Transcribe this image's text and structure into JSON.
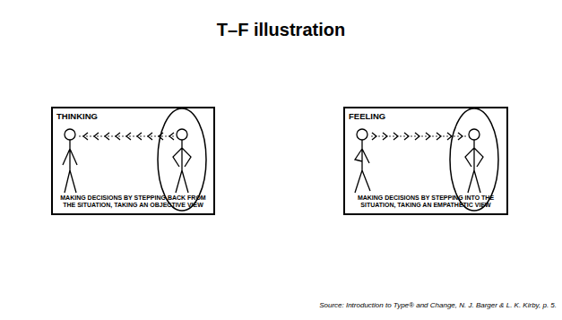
{
  "diagram": {
    "title": "T–F illustration",
    "caption": "Source: Introduction to Type® and Change, N. J. Barger & L. K. Kirby, p. 5.",
    "nodes": [
      {
        "text": [
          "THINKING",
          "MAKING DECISIONS BY STEPPING BACK FROM THE SITUATION, TAKING AN OBJECTIVE VIEW"
        ]
      },
      {
        "text": [
          "FEELING",
          "MAKING DECISIONS BY STEPPING INTO THE SITUATION, TAKING AN EMPATHETIC VIEW"
        ]
      }
    ]
  }
}
